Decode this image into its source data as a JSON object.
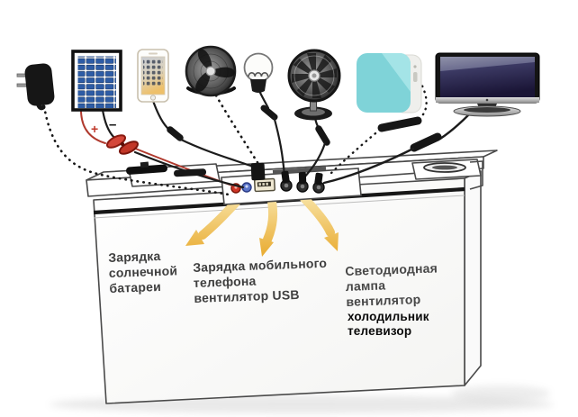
{
  "battery": {
    "labels": {
      "solar_charging": [
        "Зарядка",
        "солнечной",
        "батареи"
      ],
      "usb_outputs": [
        "Зарядка мобильного",
        "телефона",
        "вентилятор USB"
      ],
      "dc_outputs": [
        "Светодиодная",
        "лампа",
        "вентилятор"
      ],
      "dc_outputs_extra": [
        "холодильник",
        "телевизор"
      ]
    },
    "polarity": {
      "plus": "+",
      "minus": "–"
    }
  },
  "devices": {
    "adapter": {
      "icon": "power-adapter-icon"
    },
    "solar_panel": {
      "icon": "solar-panel-icon"
    },
    "phone": {
      "icon": "smartphone-icon"
    },
    "desk_fan": {
      "icon": "desk-fan-icon"
    },
    "led_bulb": {
      "icon": "led-bulb-icon"
    },
    "pedestal_fan": {
      "icon": "pedestal-fan-icon"
    },
    "mini_fridge": {
      "icon": "mini-fridge-icon"
    },
    "tv": {
      "icon": "tv-icon"
    }
  },
  "colors": {
    "arrow_gold_light": "#f9e7ad",
    "arrow_gold": "#e7a524",
    "wire_red": "#b03a2e",
    "wire_black": "#1c1c1c",
    "solar_cell_blue": "#2d5ca6",
    "fridge_teal": "#7fd3d8",
    "fridge_teal_light": "#a9e6e9",
    "tv_screen_navy": "#1a1536",
    "label_gray": "#3f3f3f",
    "label_black": "#0a0a0a",
    "line_art": "#4a4a4a"
  }
}
